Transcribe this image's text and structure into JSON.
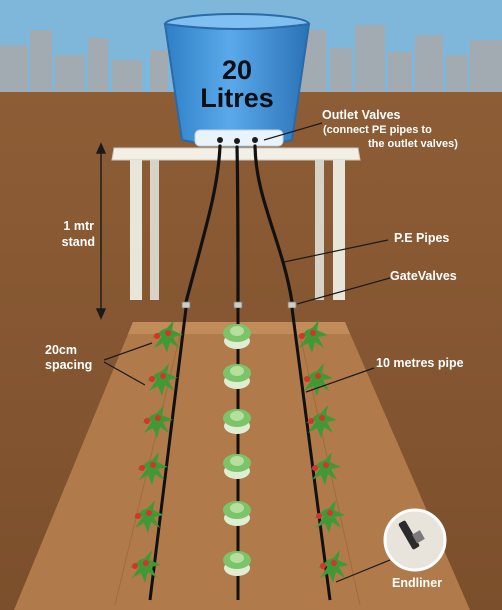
{
  "tank": {
    "line1": "20",
    "line2": "Litres"
  },
  "labels": {
    "outlet_valves": "Outlet Valves",
    "outlet_note_1": "(connect PE pipes to",
    "outlet_note_2": "the outlet valves)",
    "stand_1": "1 mtr",
    "stand_2": "stand",
    "pe_pipes": "P.E Pipes",
    "gate_valves": "GateValves",
    "spacing_1": "20cm",
    "spacing_2": "spacing",
    "pipe_length": "10 metres pipe",
    "endliner": "Endliner"
  },
  "colors": {
    "sky": "#7fb7da",
    "city": "#9aa3ab",
    "soil": "#8a5a34",
    "bed": "#b07a4a",
    "tank": "#3d8fd6",
    "stand": "#f1efe6",
    "pipe": "#111111"
  }
}
